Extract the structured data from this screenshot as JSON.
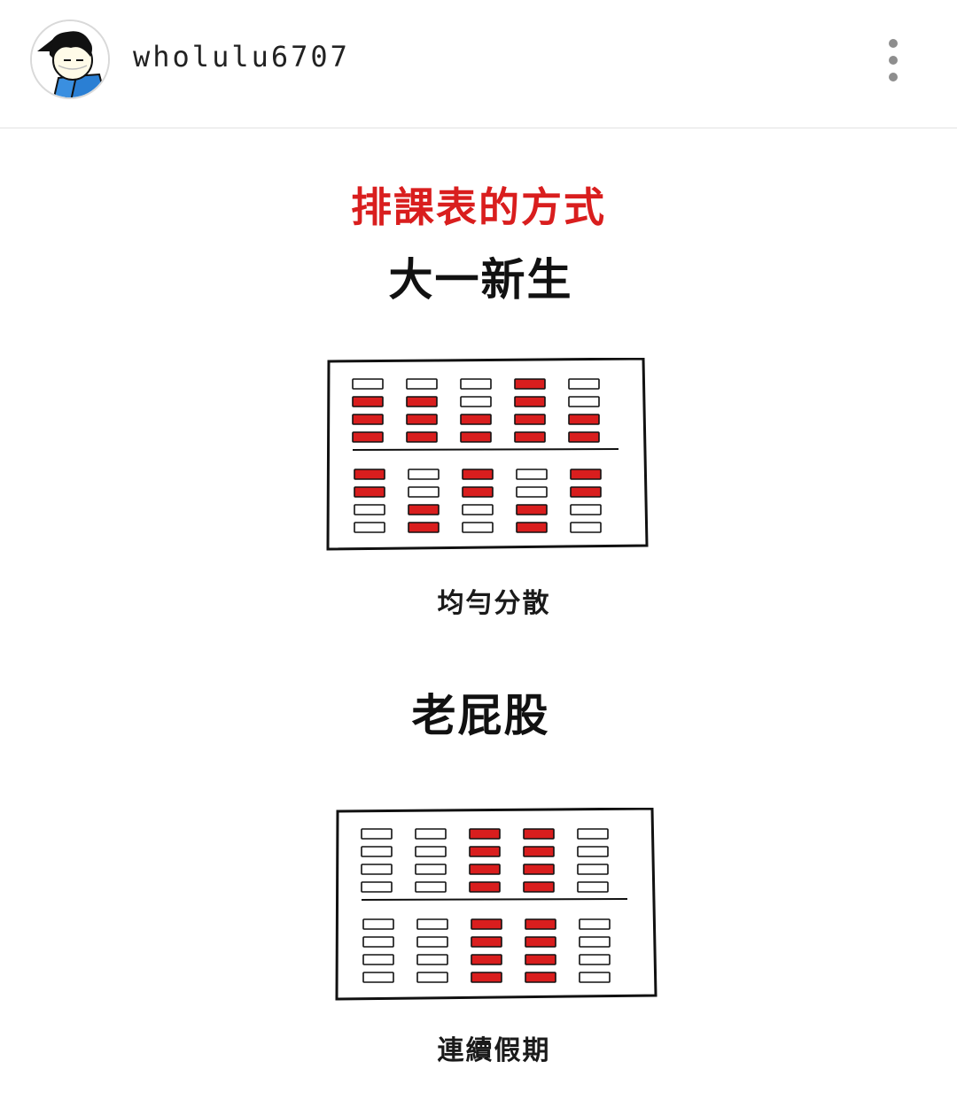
{
  "header": {
    "username": "wholulu6707",
    "avatar_icon": "cartoon-avatar-icon",
    "more_icon": "more-vertical-icon"
  },
  "post": {
    "title": "排課表的方式",
    "sections": [
      {
        "heading": "大一新生",
        "caption": "均勻分散",
        "top": [
          [
            0,
            1,
            1,
            1
          ],
          [
            0,
            1,
            1,
            1
          ],
          [
            0,
            0,
            1,
            1
          ],
          [
            1,
            1,
            1,
            1
          ],
          [
            0,
            0,
            1,
            1
          ]
        ],
        "bottom": [
          [
            1,
            1,
            0,
            0
          ],
          [
            0,
            0,
            1,
            1
          ],
          [
            1,
            1,
            0,
            0
          ],
          [
            0,
            0,
            1,
            1
          ],
          [
            1,
            1,
            0,
            0
          ]
        ]
      },
      {
        "heading": "老屁股",
        "caption": "連續假期",
        "top": [
          [
            0,
            0,
            0,
            0
          ],
          [
            0,
            0,
            0,
            0
          ],
          [
            1,
            1,
            1,
            1
          ],
          [
            1,
            1,
            1,
            1
          ],
          [
            0,
            0,
            0,
            0
          ]
        ],
        "bottom": [
          [
            0,
            0,
            0,
            0
          ],
          [
            0,
            0,
            0,
            0
          ],
          [
            1,
            1,
            1,
            1
          ],
          [
            1,
            1,
            1,
            1
          ],
          [
            0,
            0,
            0,
            0
          ]
        ]
      }
    ]
  },
  "colors": {
    "accent": "#d91e1e",
    "slot_filled": "#d91e1e",
    "slot_empty": "#ffffff",
    "ink": "#111111"
  }
}
